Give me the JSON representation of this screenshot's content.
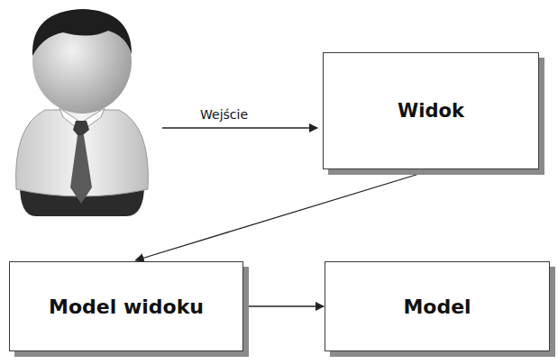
{
  "diagram": {
    "nodes": [
      {
        "text": [
          "Widok"
        ]
      },
      {
        "text": [
          "Model widoku"
        ]
      },
      {
        "text": [
          "Model"
        ]
      }
    ],
    "edges": [
      {
        "from": 0,
        "to": 1,
        "arrow": "to"
      },
      {
        "from": 1,
        "to": 2,
        "arrow": "to"
      }
    ],
    "labels": [
      "Wejście"
    ]
  }
}
